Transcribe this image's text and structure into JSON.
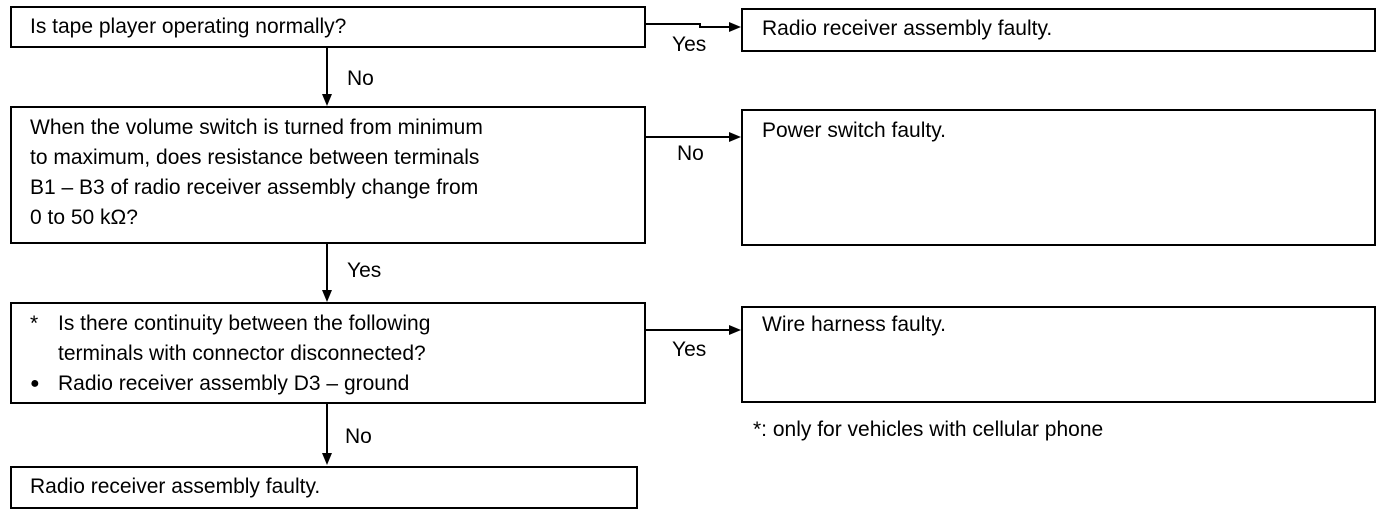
{
  "q1": {
    "text": "Is tape player operating normally?"
  },
  "q1_yes": {
    "label": "Yes",
    "result": "Radio receiver assembly faulty."
  },
  "q1_no": {
    "label": "No"
  },
  "q2": {
    "lines": [
      "When the volume switch is turned from minimum",
      "to maximum, does resistance between terminals",
      "B1 – B3 of radio receiver assembly change from",
      "0 to 50 kΩ?"
    ]
  },
  "q2_no": {
    "label": "No",
    "result": "Power switch faulty."
  },
  "q2_yes": {
    "label": "Yes"
  },
  "q3": {
    "star": "*",
    "lines": [
      "Is there continuity between the following",
      "terminals with connector disconnected?",
      "Radio receiver assembly D3 – ground"
    ],
    "bullet": "●"
  },
  "q3_yes": {
    "label": "Yes",
    "result": "Wire harness faulty."
  },
  "q3_no": {
    "label": "No",
    "result": "Radio receiver assembly faulty."
  },
  "footnote": "*:  only for vehicles with cellular phone"
}
